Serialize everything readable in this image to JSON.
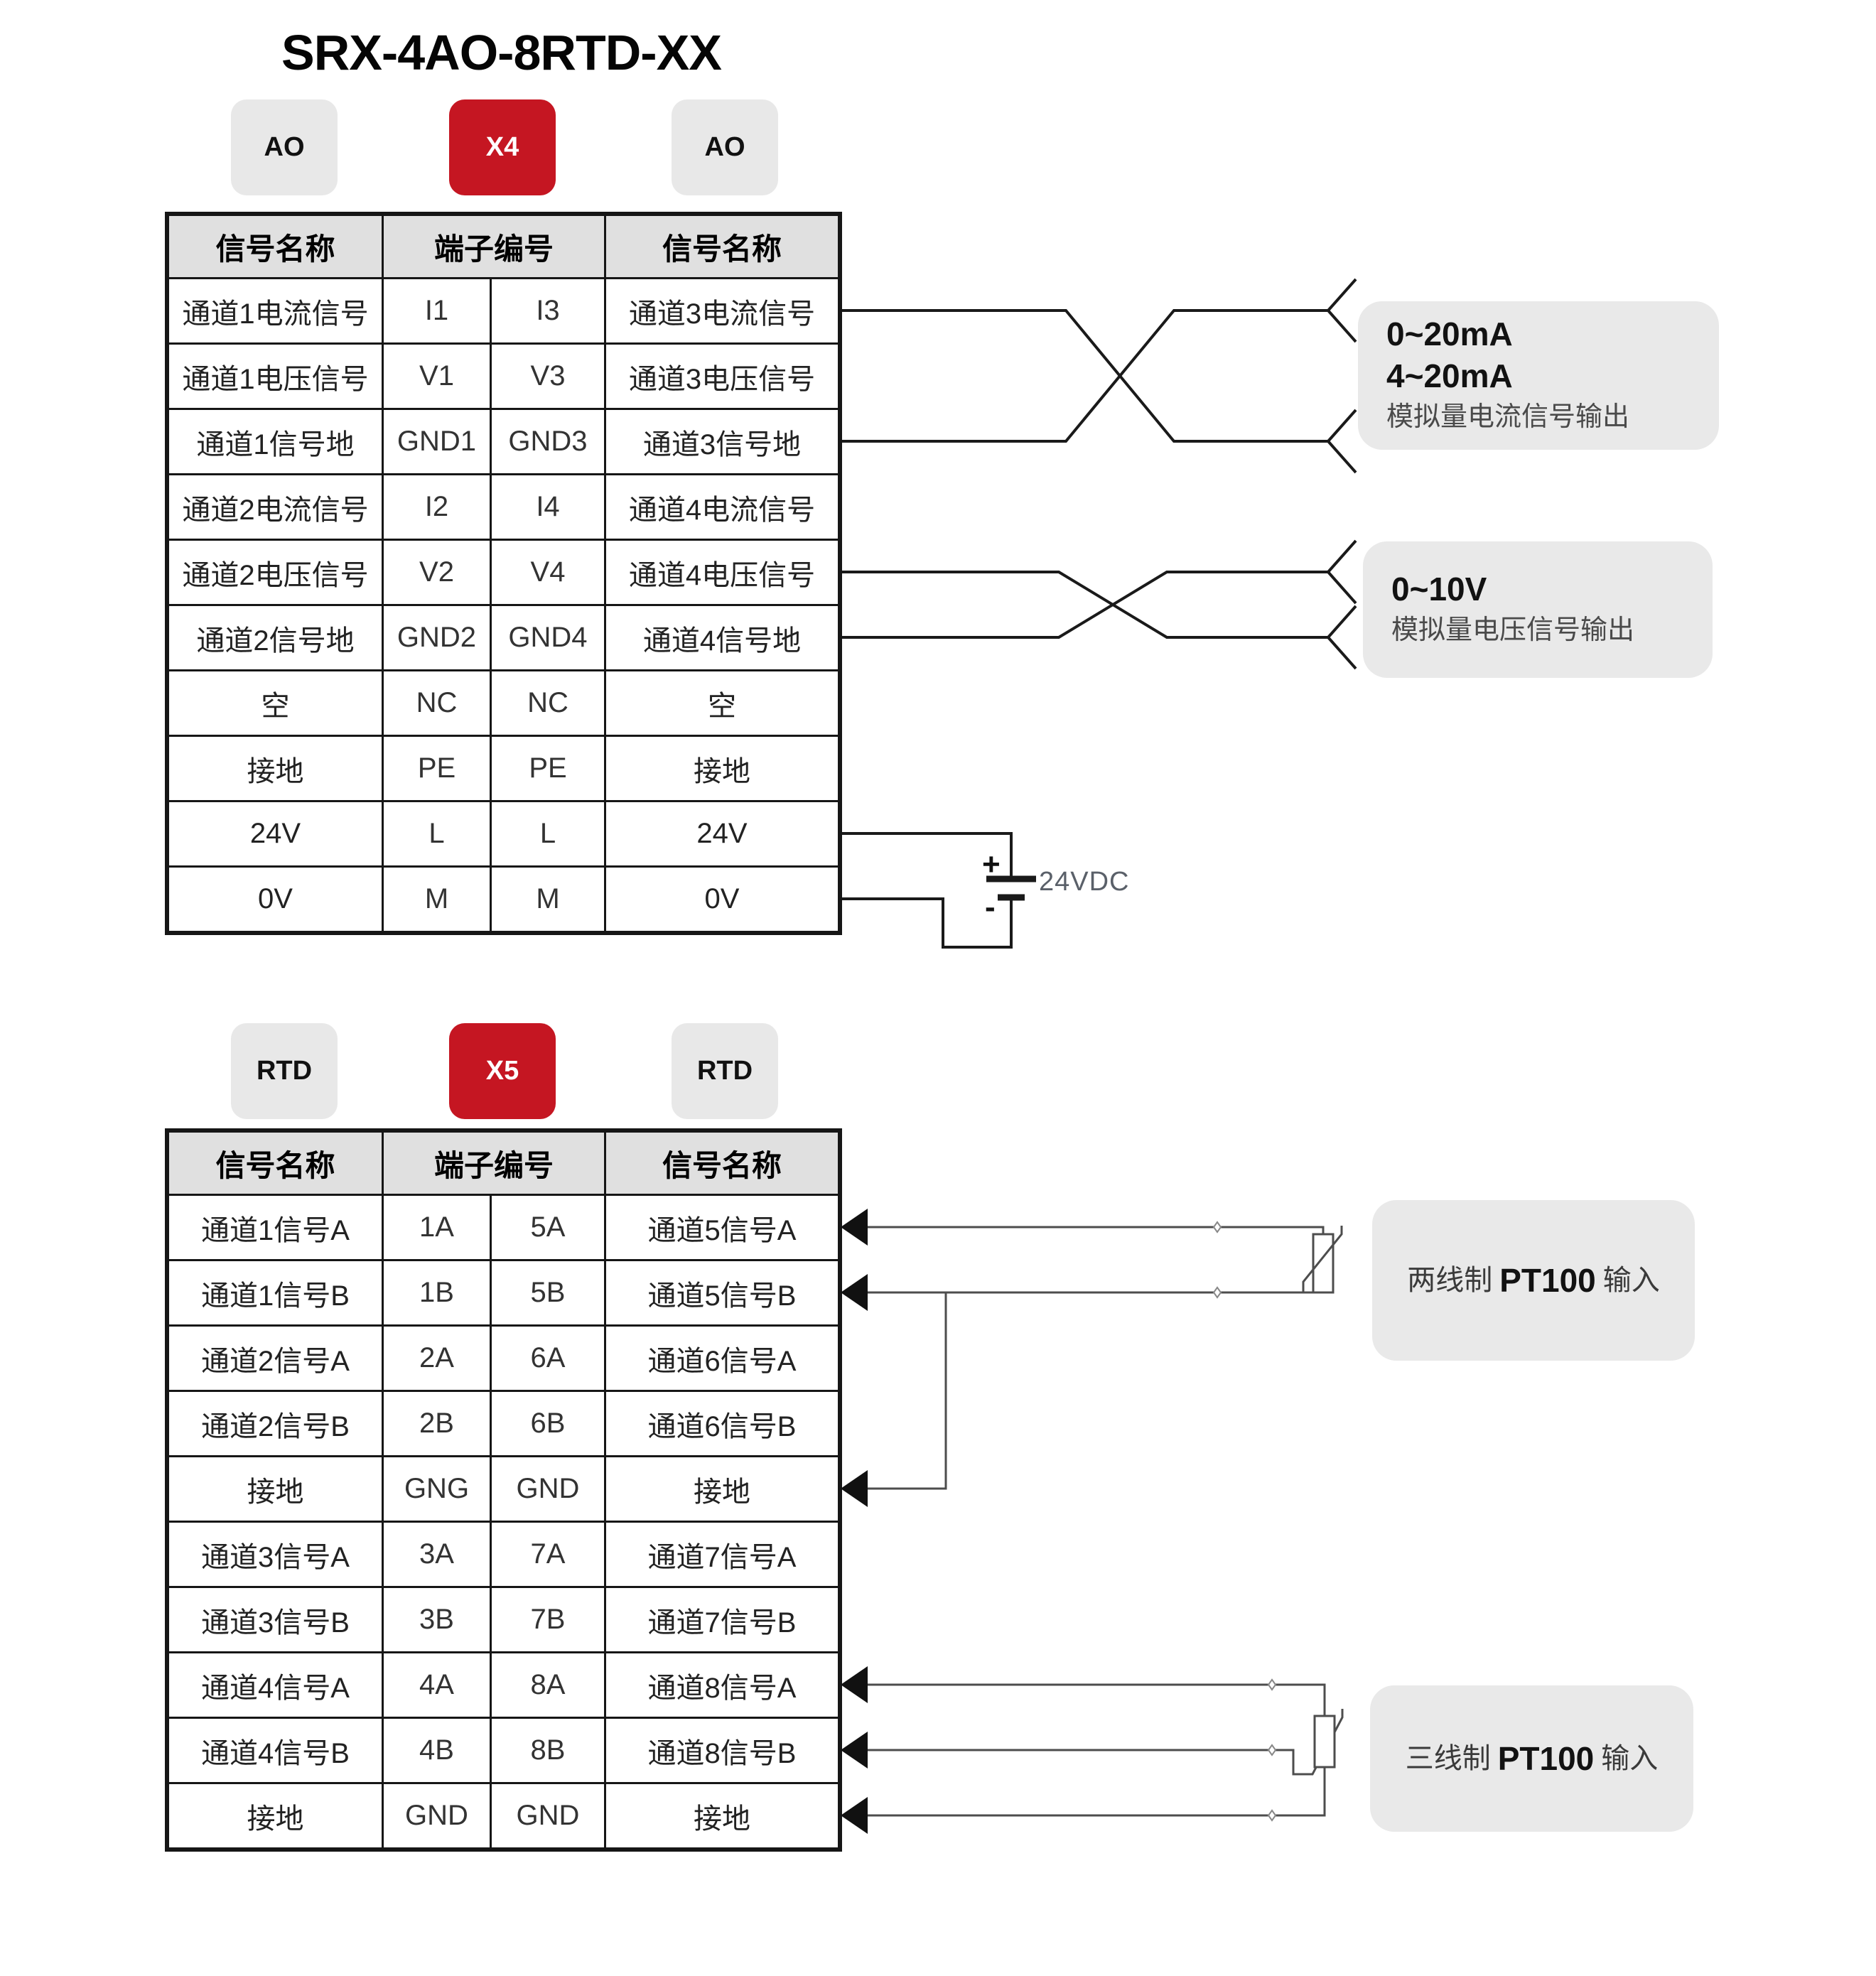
{
  "title": "SRX-4AO-8RTD-XX",
  "ao_section": {
    "badges": [
      {
        "label": "AO"
      },
      {
        "label": "X4"
      },
      {
        "label": "AO"
      }
    ],
    "table": {
      "headers": [
        "信号名称",
        "端子编号",
        "信号名称"
      ],
      "rows": [
        [
          "通道1电流信号",
          "I1",
          "I3",
          "通道3电流信号"
        ],
        [
          "通道1电压信号",
          "V1",
          "V3",
          "通道3电压信号"
        ],
        [
          "通道1信号地",
          "GND1",
          "GND3",
          "通道3信号地"
        ],
        [
          "通道2电流信号",
          "I2",
          "I4",
          "通道4电流信号"
        ],
        [
          "通道2电压信号",
          "V2",
          "V4",
          "通道4电压信号"
        ],
        [
          "通道2信号地",
          "GND2",
          "GND4",
          "通道4信号地"
        ],
        [
          "空",
          "NC",
          "NC",
          "空"
        ],
        [
          "接地",
          "PE",
          "PE",
          "接地"
        ],
        [
          "24V",
          "L",
          "L",
          "24V"
        ],
        [
          "0V",
          "M",
          "M",
          "0V"
        ]
      ]
    },
    "outputs": {
      "current": {
        "range1": "0~20mA",
        "range2": "4~20mA",
        "desc": "模拟量电流信号输出"
      },
      "voltage": {
        "range1": "0~10V",
        "desc": "模拟量电压信号输出"
      },
      "power": {
        "label": "24VDC",
        "plus": "+",
        "minus": "-"
      }
    }
  },
  "rtd_section": {
    "badges": [
      {
        "label": "RTD"
      },
      {
        "label": "X5"
      },
      {
        "label": "RTD"
      }
    ],
    "table": {
      "headers": [
        "信号名称",
        "端子编号",
        "信号名称"
      ],
      "rows": [
        [
          "通道1信号A",
          "1A",
          "5A",
          "通道5信号A"
        ],
        [
          "通道1信号B",
          "1B",
          "5B",
          "通道5信号B"
        ],
        [
          "通道2信号A",
          "2A",
          "6A",
          "通道6信号A"
        ],
        [
          "通道2信号B",
          "2B",
          "6B",
          "通道6信号B"
        ],
        [
          "接地",
          "GNG",
          "GND",
          "接地"
        ],
        [
          "通道3信号A",
          "3A",
          "7A",
          "通道7信号A"
        ],
        [
          "通道3信号B",
          "3B",
          "7B",
          "通道7信号B"
        ],
        [
          "通道4信号A",
          "4A",
          "8A",
          "通道8信号A"
        ],
        [
          "通道4信号B",
          "4B",
          "8B",
          "通道8信号B"
        ],
        [
          "接地",
          "GND",
          "GND",
          "接地"
        ]
      ]
    },
    "inputs": {
      "two_wire": {
        "prefix": "两线制 ",
        "bold": "PT100",
        "suffix": " 输入"
      },
      "three_wire": {
        "prefix": "三线制 ",
        "bold": "PT100",
        "suffix": " 输入"
      }
    }
  },
  "colors": {
    "accent_red": "#C51622",
    "badge_gray": "#E8E8E8",
    "header_gray": "#E0E0E0",
    "annotation_gray": "#E9E9E9",
    "wire_black": "#1A1A1A",
    "wire_gray": "#4D4D4D"
  }
}
